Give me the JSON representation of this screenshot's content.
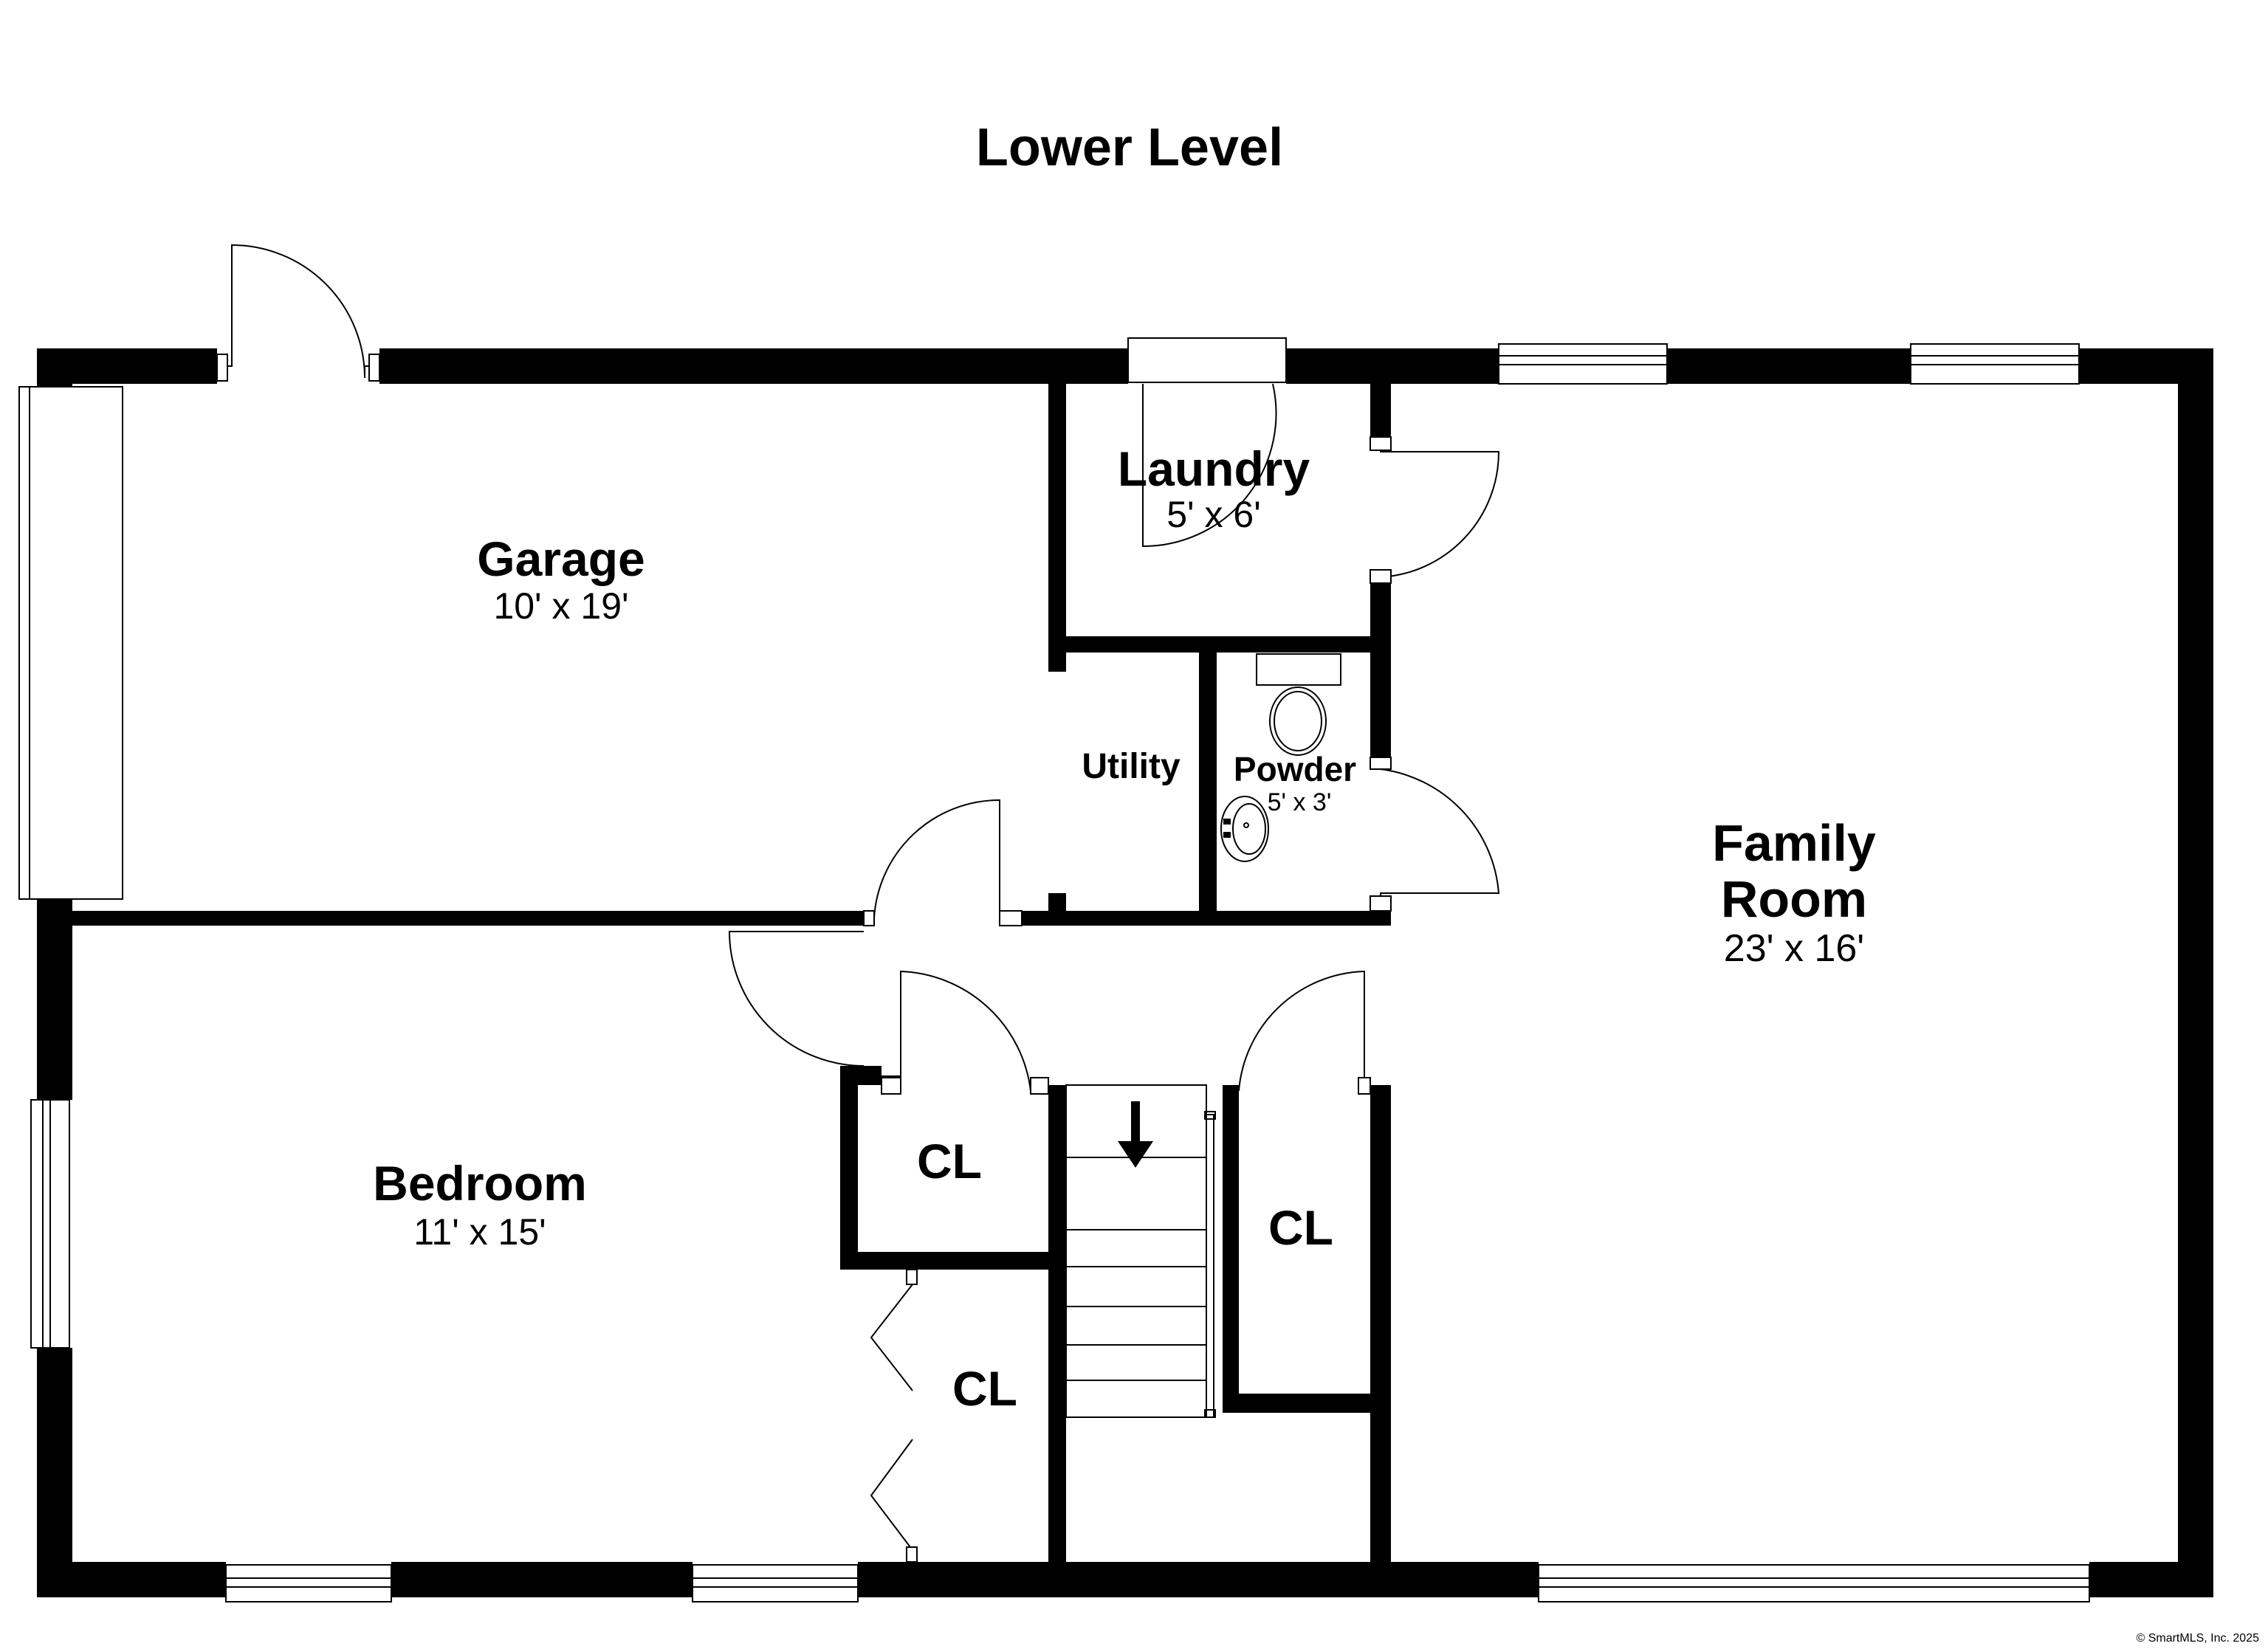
{
  "title": "Lower Level",
  "rooms": {
    "garage": {
      "name": "Garage",
      "dims": "10' x 19'"
    },
    "laundry": {
      "name": "Laundry",
      "dims": "5' x 6'"
    },
    "utility": {
      "name": "Utility"
    },
    "powder": {
      "name": "Powder",
      "dims": "5' x 3'"
    },
    "family": {
      "name_line1": "Family",
      "name_line2": "Room",
      "dims": "23' x 16'"
    },
    "bedroom": {
      "name": "Bedroom",
      "dims": "11' x 15'"
    },
    "closet_a": {
      "name": "CL"
    },
    "closet_b": {
      "name": "CL"
    },
    "closet_c": {
      "name": "CL"
    }
  },
  "copyright": "© SmartMLS, Inc. 2025"
}
